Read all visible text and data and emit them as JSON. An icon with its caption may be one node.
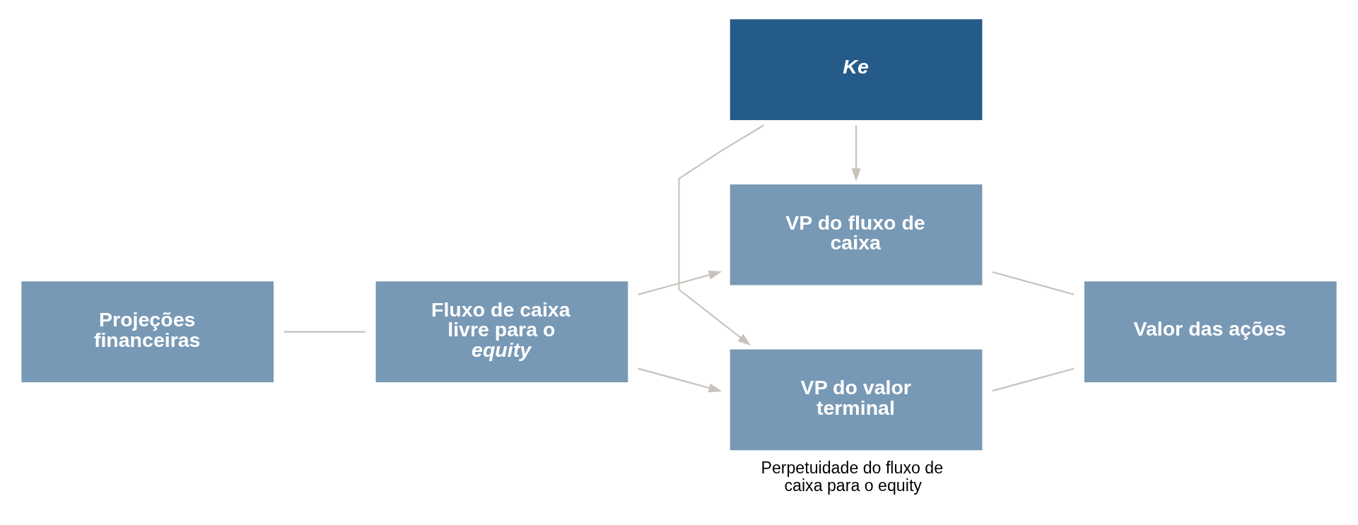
{
  "diagram": {
    "nodes": [
      {
        "text": [
          "Projeções financeiras"
        ]
      },
      {
        "text": [
          "Fluxo de caixa livre para o *equity*"
        ]
      },
      {
        "text": [
          "VP do fluxo de caixa"
        ]
      },
      {
        "text": [
          "Ke"
        ]
      },
      {
        "text": [
          "VP do valor terminal"
        ],
        "beside": [
          "Perpetuidade do fluxo de caixa para o equity"
        ]
      },
      {
        "text": [
          "Valor das ações"
        ]
      }
    ],
    "edges": [
      {
        "from": 0,
        "to": 1,
        "arrow": "none"
      },
      {
        "from": 1,
        "to": 2,
        "arrow": "to"
      },
      {
        "from": 1,
        "to": 4,
        "arrow": "to"
      },
      {
        "from": 3,
        "to": 2,
        "arrow": "to"
      },
      {
        "from": 3,
        "to": 4,
        "arrow": "to"
      },
      {
        "from": 2,
        "to": 5,
        "arrow": "none"
      },
      {
        "from": 4,
        "to": 5,
        "arrow": "none"
      }
    ]
  }
}
